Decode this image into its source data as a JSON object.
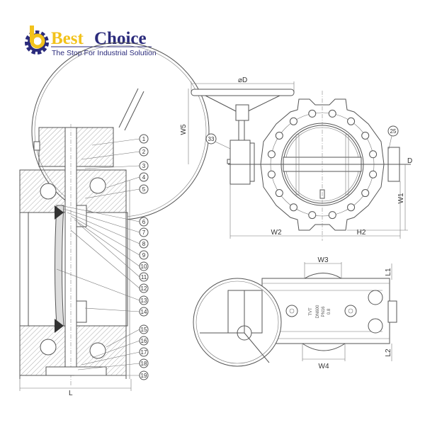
{
  "logo": {
    "brand_first": "Best",
    "brand_second": "Choice",
    "tagline": "The Stop For Industrial Solution",
    "colors": {
      "yellow": "#f2c21b",
      "navy": "#2b2b7c"
    },
    "icon": "gear-b-icon"
  },
  "section_view": {
    "part_numbers": [
      "1",
      "2",
      "3",
      "4",
      "5",
      "6",
      "7",
      "8",
      "9",
      "10",
      "11",
      "12",
      "13",
      "14",
      "15",
      "16",
      "17",
      "18",
      "19"
    ],
    "dimension_L": "L"
  },
  "front_view": {
    "dim_diameter": "⌀D",
    "dim_W5": "W5",
    "dim_D": "D",
    "dim_W1": "W1",
    "dim_W2": "W2",
    "dim_H2": "H2",
    "part_33": "33",
    "part_25": "25"
  },
  "top_view": {
    "dim_W3": "W3",
    "dim_W4": "W4",
    "dim_L1": "L1",
    "dim_L2": "L2",
    "body_marks": [
      "TVT",
      "DN600",
      "PN16",
      "0.8"
    ]
  }
}
